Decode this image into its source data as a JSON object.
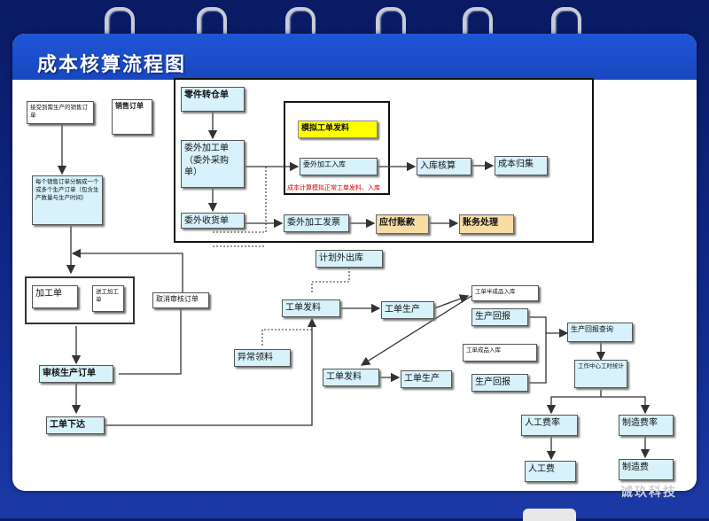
{
  "title": "成本核算流程图",
  "watermark": "诚玖科技",
  "colors": {
    "background": "#0b1d6e",
    "panel_header": "#1f55d6",
    "box_fill": "#d7f2fb",
    "highlight_yellow": "#ffff00",
    "highlight_orange": "#f7dca4",
    "note_red": "#d10000"
  },
  "nodes": {
    "receive_sales_order": "接受到需生产的销售订单",
    "sales_order": "销售订单",
    "per_order_production": "每个销售订单分解成一个或多个生产订单（包含生产数量与生产时间）",
    "processing_order": "加工单",
    "send_work_order": "送工加工单",
    "cancel_review": "取消审核订单",
    "review_order": "审核生产订单",
    "work_order_issue": "工单下达",
    "parts_transfer": "零件转仓单",
    "outsource_order": "委外加工单（委外采购单）",
    "outsource_receive": "委外收货单",
    "simulate_issue": "模拟工单发料",
    "outsource_inbound": "委外加工入库",
    "inbound_accounting": "入库核算",
    "cost_attribution": "成本归集",
    "outsource_invoice": "委外加工发票",
    "payable_account": "应付账款",
    "account_processing": "账务处理",
    "planned_outbound": "计划外出库",
    "work_issue_1": "工单发料",
    "work_production_1": "工单生产",
    "abnormal_material": "异常领料",
    "semi_inbound": "工单半成品入库",
    "production_report_1": "生产回报",
    "finished_inbound": "工单成品入库",
    "production_report_2": "生产回报",
    "work_issue_2": "工单发料",
    "work_production_2": "工单生产",
    "report_query": "生产回报查询",
    "work_center_stats": "工作中心工时统计",
    "labor_rate": "人工费率",
    "overhead_rate": "制造费率",
    "labor_cost": "人工费",
    "overhead_cost": "制造费"
  },
  "note": "成本计算模拟正常工单发料、入库"
}
